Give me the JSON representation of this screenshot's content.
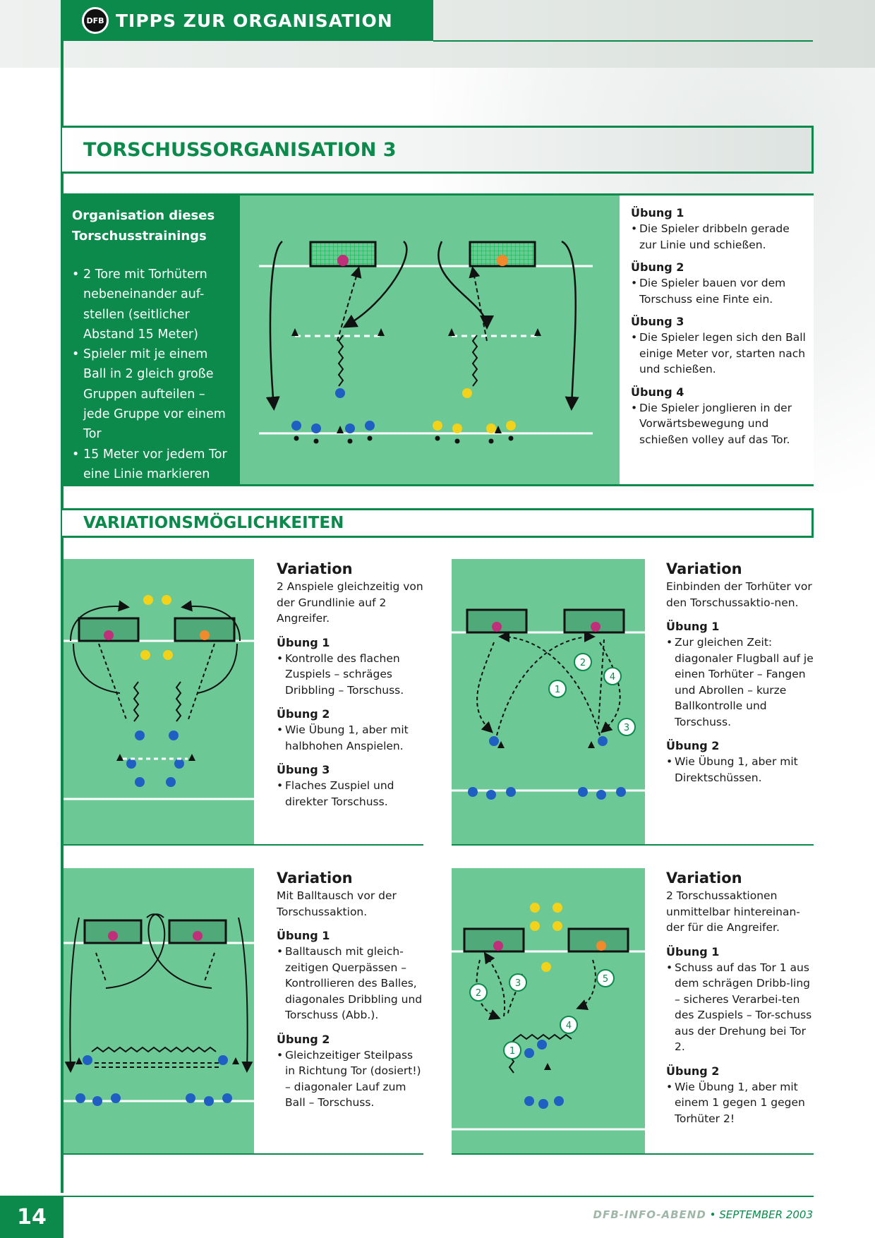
{
  "header": {
    "logo_text": "DFB",
    "title": "TIPPS ZUR ORGANISATION"
  },
  "section": {
    "title": "TORSCHUSSORGANISATION 3"
  },
  "organisation": {
    "heading": "Organisation dieses Torschusstrainings",
    "items": [
      "2 Tore mit Torhütern nebeneinander auf-stellen (seitlicher Abstand 15 Meter)",
      "Spieler mit je einem Ball in 2 gleich große Gruppen aufteilen – jede Gruppe vor einem Tor",
      "15 Meter vor jedem Tor eine Linie markieren"
    ],
    "exercises": [
      {
        "title": "Übung 1",
        "text": "Die Spieler dribbeln gerade zur Linie und schießen."
      },
      {
        "title": "Übung 2",
        "text": "Die Spieler bauen vor dem Torschuss eine Finte ein."
      },
      {
        "title": "Übung 3",
        "text": "Die Spieler legen sich den Ball einige Meter vor, starten nach und schießen."
      },
      {
        "title": "Übung 4",
        "text": "Die Spieler jonglieren in der Vorwärtsbewegung und schießen volley auf das Tor."
      }
    ]
  },
  "variations": {
    "title": "VARIATIONSMÖGLICHKEITEN",
    "blocks": [
      {
        "heading": "Variation",
        "intro": "2 Anspiele gleichzeitig von der Grundlinie auf 2 Angreifer.",
        "exercises": [
          {
            "title": "Übung 1",
            "text": "Kontrolle des flachen Zuspiels – schräges Dribbling – Torschuss."
          },
          {
            "title": "Übung 2",
            "text": "Wie Übung 1, aber mit halbhohen Anspielen."
          },
          {
            "title": "Übung 3",
            "text": "Flaches Zuspiel und direkter Torschuss."
          }
        ]
      },
      {
        "heading": "Variation",
        "intro": "Einbinden der Torhüter vor den Torschussaktio-nen.",
        "exercises": [
          {
            "title": "Übung 1",
            "text": "Zur gleichen Zeit: diagonaler Flugball auf je einen Torhüter – Fangen und Abrollen – kurze Ballkontrolle und Torschuss."
          },
          {
            "title": "Übung 2",
            "text": "Wie Übung 1, aber mit Direktschüssen."
          }
        ],
        "markers": [
          "1",
          "2",
          "3",
          "4"
        ]
      },
      {
        "heading": "Variation",
        "intro": "Mit Balltausch vor der Torschussaktion.",
        "exercises": [
          {
            "title": "Übung 1",
            "text": "Balltausch mit gleich-zeitigen Querpässen – Kontrollieren des Balles, diagonales Dribbling und Torschuss (Abb.)."
          },
          {
            "title": "Übung 2",
            "text": "Gleichzeitiger Steilpass in Richtung Tor (dosiert!) – diagonaler Lauf zum Ball – Torschuss."
          }
        ]
      },
      {
        "heading": "Variation",
        "intro": "2 Torschussaktionen unmittelbar hintereinan-der für die Angreifer.",
        "exercises": [
          {
            "title": "Übung 1",
            "text": "Schuss auf das Tor 1 aus dem schrägen Dribb-ling – sicheres Verarbei-ten des Zuspiels – Tor-schuss aus der Drehung bei Tor 2."
          },
          {
            "title": "Übung 2",
            "text": "Wie Übung 1, aber mit einem 1 gegen 1 gegen Torhüter 2!"
          }
        ],
        "markers": [
          "1",
          "2",
          "3",
          "4",
          "5"
        ]
      }
    ]
  },
  "footer": {
    "page_number": "14",
    "brand": "DFB-INFO-ABEND",
    "separator": "•",
    "date": "SEPTEMBER 2003"
  },
  "colors": {
    "green_dark": "#0b8a4c",
    "pitch": "#6cc894",
    "player_blue": "#1f5fc4",
    "player_yellow": "#f2d21b"
  }
}
